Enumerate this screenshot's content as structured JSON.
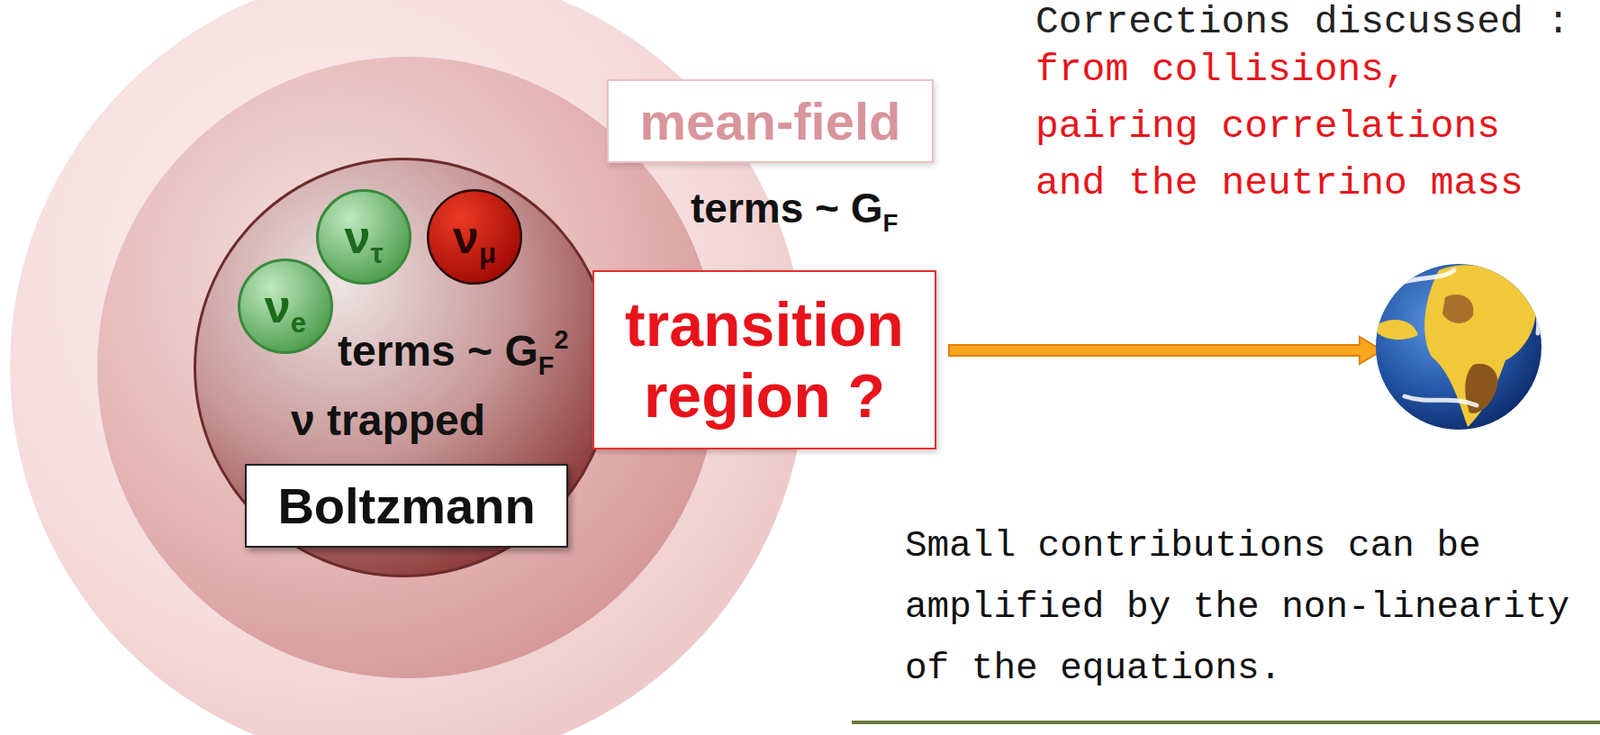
{
  "diagram": {
    "nodes": [
      {
        "text": [
          "terms ~ GF2",
          "ν trapped"
        ]
      },
      {
        "text": [
          "νe"
        ],
        "in": 0
      },
      {
        "text": [
          "ντ"
        ],
        "in": 0
      },
      {
        "text": [
          "νμ"
        ],
        "in": 0
      },
      {
        "text": [
          "Boltzmann"
        ],
        "in": 0
      },
      {
        "text": [
          "mean-field"
        ]
      },
      {
        "text": [
          "transition region ?"
        ]
      }
    ],
    "labels": [
      "terms ~ GF",
      "Corrections discussed :",
      "from collisions, pairing correlations and the neutrino mass",
      "Small contributions can be amplified by the non-linearity of the equations."
    ]
  }
}
